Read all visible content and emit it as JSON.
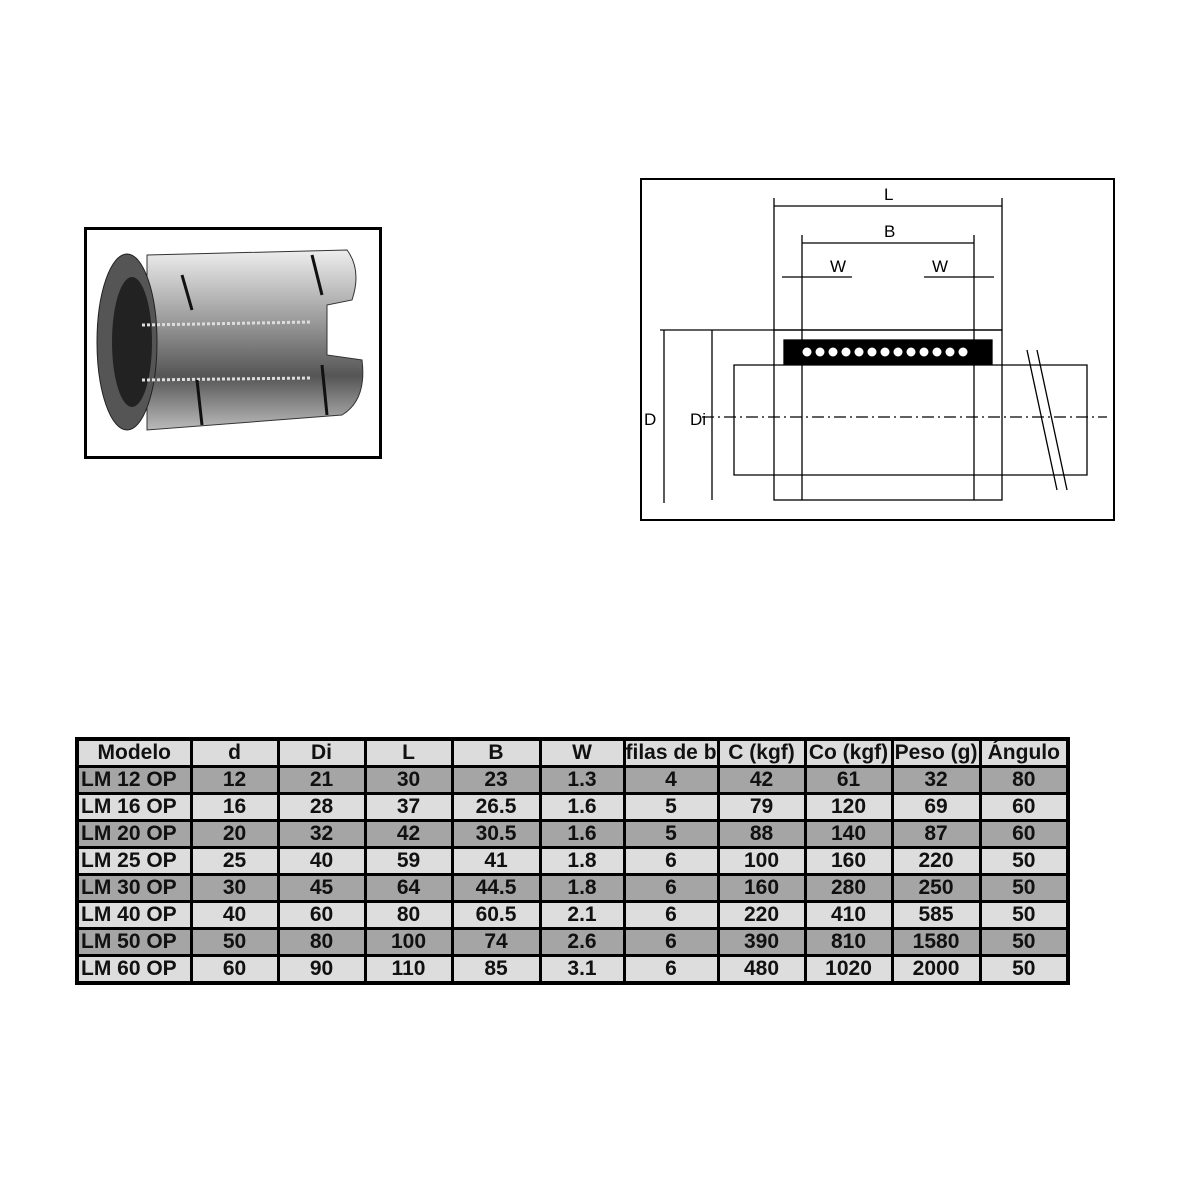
{
  "drawing": {
    "labels": {
      "L": "L",
      "B": "B",
      "W_left": "W",
      "W_right": "W",
      "D": "D",
      "Di": "Di"
    }
  },
  "table": {
    "headers": [
      "Modelo",
      "d",
      "Di",
      "L",
      "B",
      "W",
      "filas de b",
      "C (kgf)",
      "Co (kgf)",
      "Peso (g)",
      "Ángulo"
    ],
    "rows": [
      [
        "LM 12 OP",
        "12",
        "21",
        "30",
        "23",
        "1.3",
        "4",
        "42",
        "61",
        "32",
        "80"
      ],
      [
        "LM 16 OP",
        "16",
        "28",
        "37",
        "26.5",
        "1.6",
        "5",
        "79",
        "120",
        "69",
        "60"
      ],
      [
        "LM 20 OP",
        "20",
        "32",
        "42",
        "30.5",
        "1.6",
        "5",
        "88",
        "140",
        "87",
        "60"
      ],
      [
        "LM 25 OP",
        "25",
        "40",
        "59",
        "41",
        "1.8",
        "6",
        "100",
        "160",
        "220",
        "50"
      ],
      [
        "LM 30 OP",
        "30",
        "45",
        "64",
        "44.5",
        "1.8",
        "6",
        "160",
        "280",
        "250",
        "50"
      ],
      [
        "LM 40 OP",
        "40",
        "60",
        "80",
        "60.5",
        "2.1",
        "6",
        "220",
        "410",
        "585",
        "50"
      ],
      [
        "LM 50 OP",
        "50",
        "80",
        "100",
        "74",
        "2.6",
        "6",
        "390",
        "810",
        "1580",
        "50"
      ],
      [
        "LM 60 OP",
        "60",
        "90",
        "110",
        "85",
        "3.1",
        "6",
        "480",
        "1020",
        "2000",
        "50"
      ]
    ]
  }
}
